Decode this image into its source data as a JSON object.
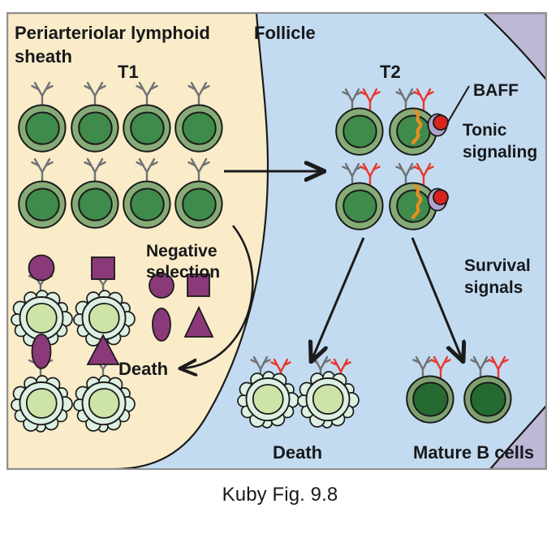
{
  "figure": {
    "caption": "Kuby Fig. 9.8",
    "regions": {
      "pals_label_line1": "Periarteriolar lymphoid",
      "pals_label_line2": "sheath",
      "follicle_label": "Follicle"
    },
    "stage_labels": {
      "t1": "T1",
      "t2": "T2"
    },
    "annotations": {
      "negative_selection_line1": "Negative",
      "negative_selection_line2": "selection",
      "death_pals": "Death",
      "baff": "BAFF",
      "tonic_line1": "Tonic",
      "tonic_line2": "signaling",
      "survival_line1": "Survival",
      "survival_line2": "signals",
      "death_follicle": "Death",
      "mature_b_cells": "Mature B cells"
    },
    "colors": {
      "pals_background": "#faecc9",
      "follicle_background": "#c3dbf0",
      "corner_wedge": "#bdb8d6",
      "cell_cytoplasm": "#86ab77",
      "cell_nucleus": "#3f8b4b",
      "mature_cytoplasm": "#7e9f6f",
      "mature_nucleus": "#256b31",
      "apoptotic_body": "#ddf0e2",
      "apoptotic_nucleus": "#cde3a8",
      "antigen_purple": "#8a3a78",
      "igm_receptor": "#6f7275",
      "igd_receptor": "#e8392f",
      "baff_ligand": "#d8231f",
      "baff_receptor": "#b0a4cd",
      "signal_chain": "#e98e20",
      "outline": "#1b1b1b",
      "text": "#17181a"
    },
    "antigen_shapes": [
      "circle",
      "square",
      "oval",
      "triangle"
    ],
    "cell_counts": {
      "t1_cells": 8,
      "t1_apoptotic_cells": 4,
      "t2_cells": 4,
      "follicle_apoptotic_cells": 2,
      "mature_b_cells": 2
    }
  }
}
